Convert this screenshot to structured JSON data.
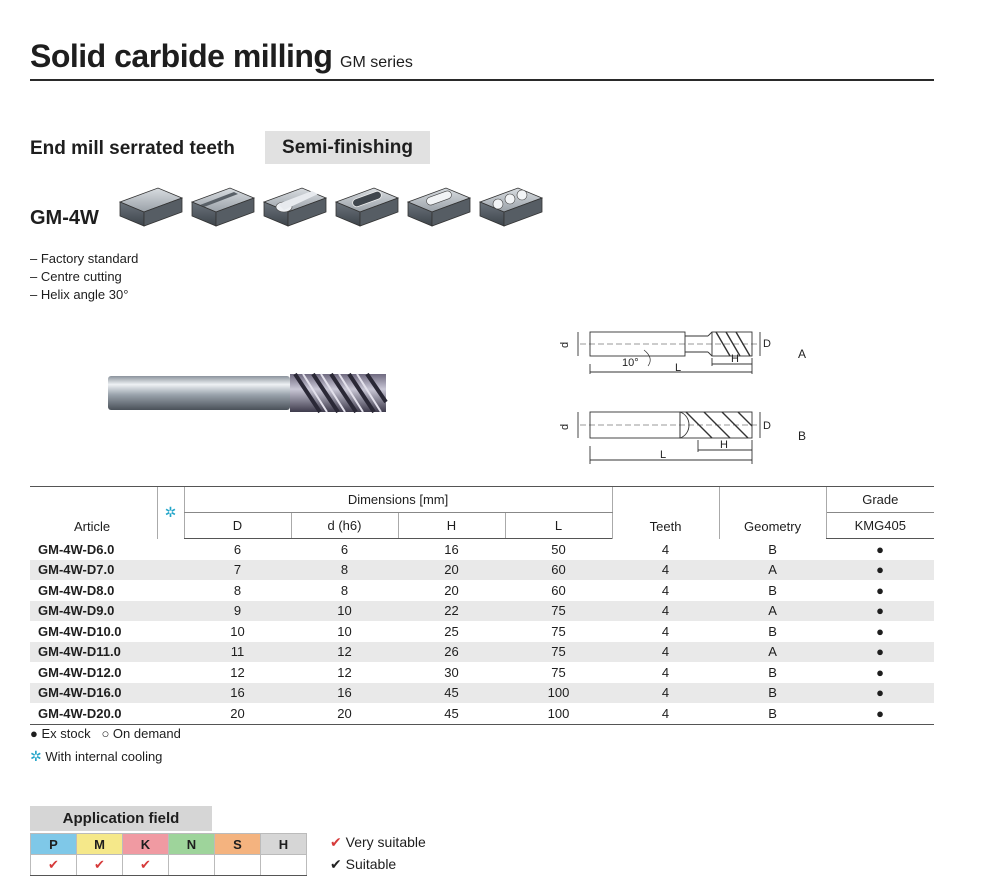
{
  "header": {
    "title": "Solid carbide milling",
    "series": "GM series"
  },
  "product": {
    "subtitle": "End mill serrated teeth",
    "badge": "Semi-finishing",
    "model": "GM-4W",
    "features": [
      "– Factory standard",
      "– Centre cutting",
      "– Helix angle 30°"
    ]
  },
  "diagram": {
    "type_a": "A",
    "type_b": "B",
    "label_d_small": "d",
    "label_d_big": "D",
    "label_h": "H",
    "label_l": "L",
    "angle": "10°"
  },
  "table": {
    "article_header": "Article",
    "cooling_header_icon": "✲",
    "dimensions_header": "Dimensions [mm]",
    "dim_columns": [
      "D",
      "d (h6)",
      "H",
      "L"
    ],
    "teeth_header": "Teeth",
    "geometry_header": "Geometry",
    "grade_header": "Grade",
    "grade_name": "KMG405",
    "rows": [
      {
        "article": "GM-4W-D6.0",
        "D": "6",
        "d": "6",
        "H": "16",
        "L": "50",
        "teeth": "4",
        "geometry": "B",
        "grade": "●"
      },
      {
        "article": "GM-4W-D7.0",
        "D": "7",
        "d": "8",
        "H": "20",
        "L": "60",
        "teeth": "4",
        "geometry": "A",
        "grade": "●"
      },
      {
        "article": "GM-4W-D8.0",
        "D": "8",
        "d": "8",
        "H": "20",
        "L": "60",
        "teeth": "4",
        "geometry": "B",
        "grade": "●"
      },
      {
        "article": "GM-4W-D9.0",
        "D": "9",
        "d": "10",
        "H": "22",
        "L": "75",
        "teeth": "4",
        "geometry": "A",
        "grade": "●"
      },
      {
        "article": "GM-4W-D10.0",
        "D": "10",
        "d": "10",
        "H": "25",
        "L": "75",
        "teeth": "4",
        "geometry": "B",
        "grade": "●"
      },
      {
        "article": "GM-4W-D11.0",
        "D": "11",
        "d": "12",
        "H": "26",
        "L": "75",
        "teeth": "4",
        "geometry": "A",
        "grade": "●"
      },
      {
        "article": "GM-4W-D12.0",
        "D": "12",
        "d": "12",
        "H": "30",
        "L": "75",
        "teeth": "4",
        "geometry": "B",
        "grade": "●"
      },
      {
        "article": "GM-4W-D16.0",
        "D": "16",
        "d": "16",
        "H": "45",
        "L": "100",
        "teeth": "4",
        "geometry": "B",
        "grade": "●"
      },
      {
        "article": "GM-4W-D20.0",
        "D": "20",
        "d": "20",
        "H": "45",
        "L": "100",
        "teeth": "4",
        "geometry": "B",
        "grade": "●"
      }
    ]
  },
  "legend": {
    "ex_stock": "● Ex stock",
    "on_demand": "○ On demand",
    "cooling_icon": "✲",
    "cooling_text": "With internal cooling"
  },
  "application": {
    "title": "Application field",
    "materials": [
      {
        "code": "P",
        "color": "#7fc8e8",
        "mark": "✔"
      },
      {
        "code": "M",
        "color": "#f5e88a",
        "mark": "✔"
      },
      {
        "code": "K",
        "color": "#f09aa2",
        "mark": "✔"
      },
      {
        "code": "N",
        "color": "#9ed49b",
        "mark": ""
      },
      {
        "code": "S",
        "color": "#f4b37f",
        "mark": ""
      },
      {
        "code": "H",
        "color": "#d6d6d6",
        "mark": ""
      }
    ],
    "very_suitable": "Very suitable",
    "suitable": "Suitable",
    "very_suitable_mark": "✔",
    "suitable_mark": "✔",
    "very_suitable_color": "#d63a3a",
    "suitable_color": "#222222"
  }
}
